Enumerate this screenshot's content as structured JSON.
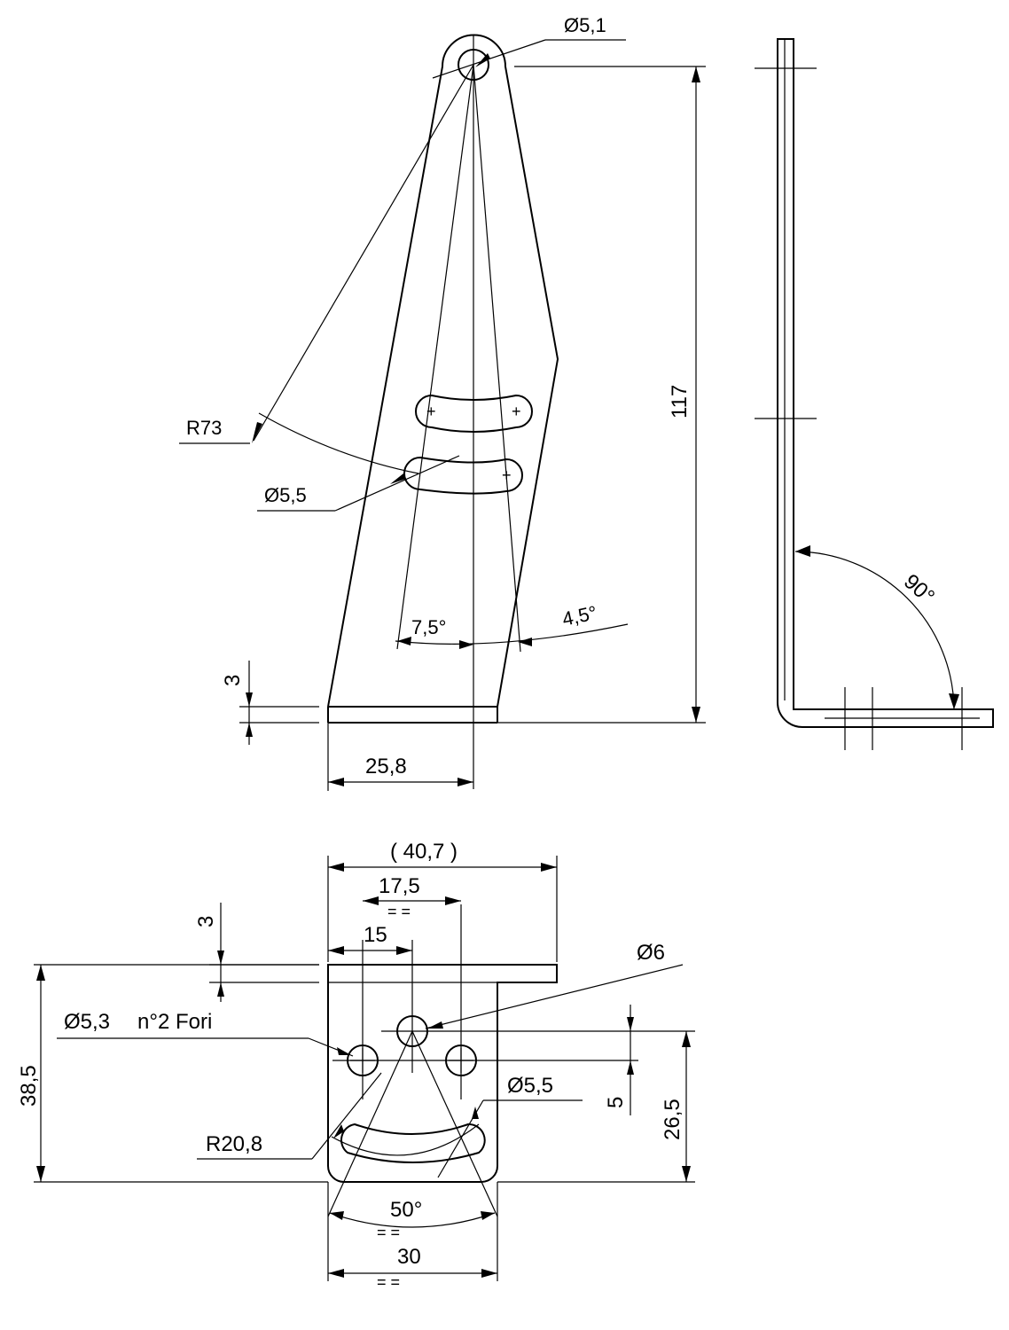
{
  "front_view": {
    "hole_diameter": "Ø5,1",
    "height": "117",
    "radius": "R73",
    "slot_diameter": "Ø5,5",
    "angle_left": "7,5°",
    "angle_right": "4,5°",
    "thickness": "3",
    "base_width": "25,8"
  },
  "side_view": {
    "bend_angle": "90°"
  },
  "bottom_view": {
    "overall_width": "( 40,7 )",
    "hole_spacing": "17,5",
    "hole_spacing_eq": "= =",
    "offset": "15",
    "thickness": "3",
    "center_hole": "Ø6",
    "holes": "Ø5,3",
    "holes_note": "n°2 Fori",
    "depth": "38,5",
    "radius": "R20,8",
    "slot_diameter": "Ø5,5",
    "vertical_offset": "5",
    "hole_height": "26,5",
    "slot_angle": "50°",
    "slot_angle_eq": "= =",
    "base_width": "30",
    "base_width_eq": "= ="
  }
}
